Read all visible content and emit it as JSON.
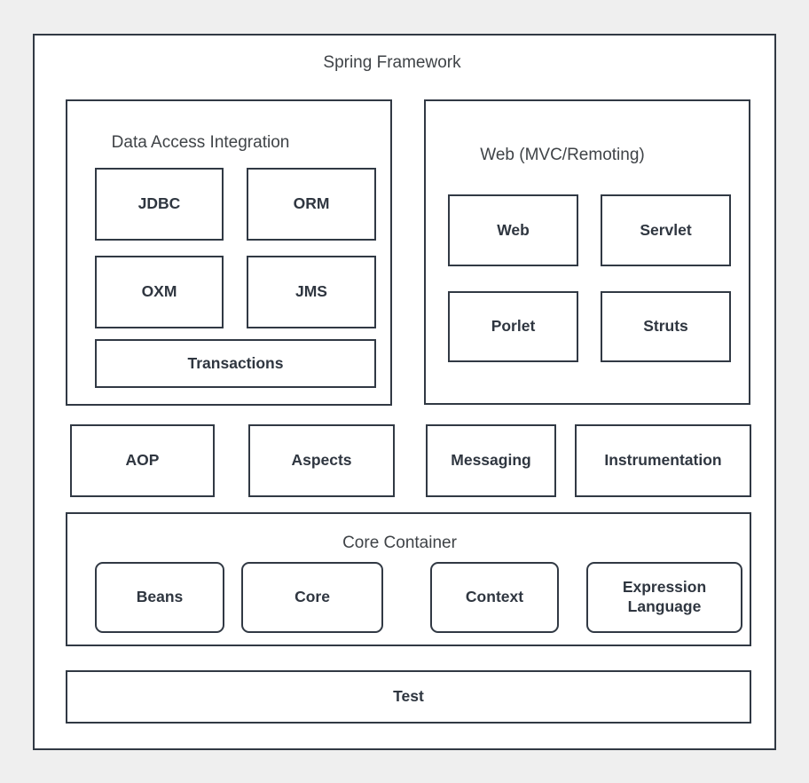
{
  "colors": {
    "page_background": "#efefef",
    "box_fill": "#ffffff",
    "border": "#313944",
    "title_text": "#3f4347",
    "label_text": "#2f3640"
  },
  "frame": {
    "title": "Spring Framework"
  },
  "data_access": {
    "title": "Data Access Integration",
    "boxes": [
      {
        "label": "JDBC"
      },
      {
        "label": "ORM"
      },
      {
        "label": "OXM"
      },
      {
        "label": "JMS"
      },
      {
        "label": "Transactions"
      }
    ]
  },
  "web": {
    "title": "Web (MVC/Remoting)",
    "boxes": [
      {
        "label": "Web"
      },
      {
        "label": "Servlet"
      },
      {
        "label": "Porlet"
      },
      {
        "label": "Struts"
      }
    ]
  },
  "middleware": {
    "boxes": [
      {
        "label": "AOP"
      },
      {
        "label": "Aspects"
      },
      {
        "label": "Messaging"
      },
      {
        "label": "Instrumentation"
      }
    ]
  },
  "core_container": {
    "title": "Core Container",
    "boxes": [
      {
        "label": "Beans"
      },
      {
        "label": "Core"
      },
      {
        "label": "Context"
      },
      {
        "label": "Expression Language"
      }
    ]
  },
  "test": {
    "label": "Test"
  }
}
